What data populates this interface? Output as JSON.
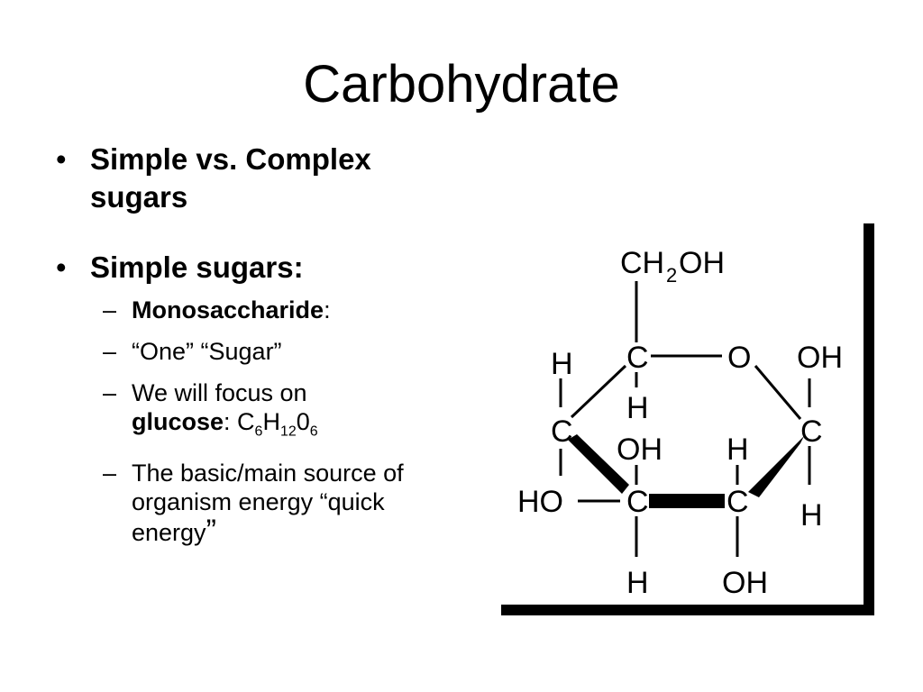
{
  "slide": {
    "title": "Carbohydrate",
    "bullets": [
      {
        "text": "Simple vs. Complex sugars"
      },
      {
        "text": "Simple sugars:"
      }
    ],
    "subbullets": {
      "mono_bold": "Monosaccharide",
      "mono_rest": ":",
      "one_sugar": "“One” “Sugar”",
      "focus_pre": "We will focus on",
      "focus_bold": "glucose",
      "formula_colon": ": C",
      "formula_6a": "6",
      "formula_H": "H",
      "formula_12": "12",
      "formula_0": "0",
      "formula_6b": "6",
      "basic_text": "The basic/main source of organism energy “quick energy",
      "basic_close": "”"
    },
    "bullet_symbol": "•",
    "dash_symbol": "–"
  },
  "diagram": {
    "atoms": {
      "ch2oh_ch": "CH",
      "ch2oh_2": "2",
      "ch2oh_oh": "OH",
      "ring_c5": "C",
      "ring_o": "O",
      "ring_c1": "C",
      "ring_c4": "C",
      "ring_c3": "C",
      "ring_c2": "C",
      "h_left_top": "H",
      "h_under_c5": "H",
      "oh_right_top": "OH",
      "oh_c3_top": "OH",
      "h_c2_top": "H",
      "ho_left": "HO",
      "h_right_bottom": "H",
      "h_c3_bottom": "H",
      "oh_c2_bottom": "OH"
    }
  }
}
